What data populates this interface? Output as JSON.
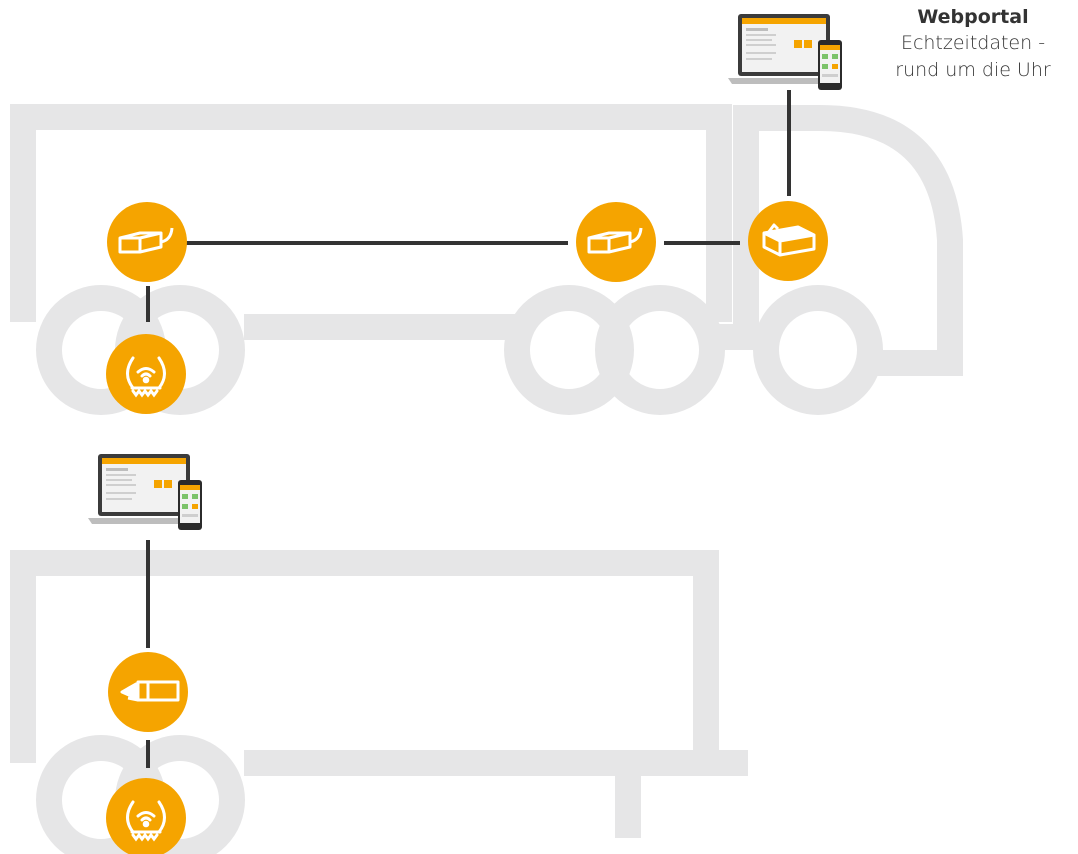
{
  "webportal": {
    "title": "Webportal",
    "subtitle_line1": "Echtzeitdaten -",
    "subtitle_line2": "rund um die Uhr"
  },
  "colors": {
    "accent": "#f5a400",
    "truck_outline": "#e6e6e7",
    "connector": "#333333",
    "icon_stroke": "#ffffff"
  },
  "icons": {
    "sensor_unit": "sensor-box-icon",
    "receiver_unit": "receiver-box-icon",
    "tire_pressure": "tire-pressure-wifi-icon",
    "portal_devices": "laptop-and-phone-icon"
  }
}
